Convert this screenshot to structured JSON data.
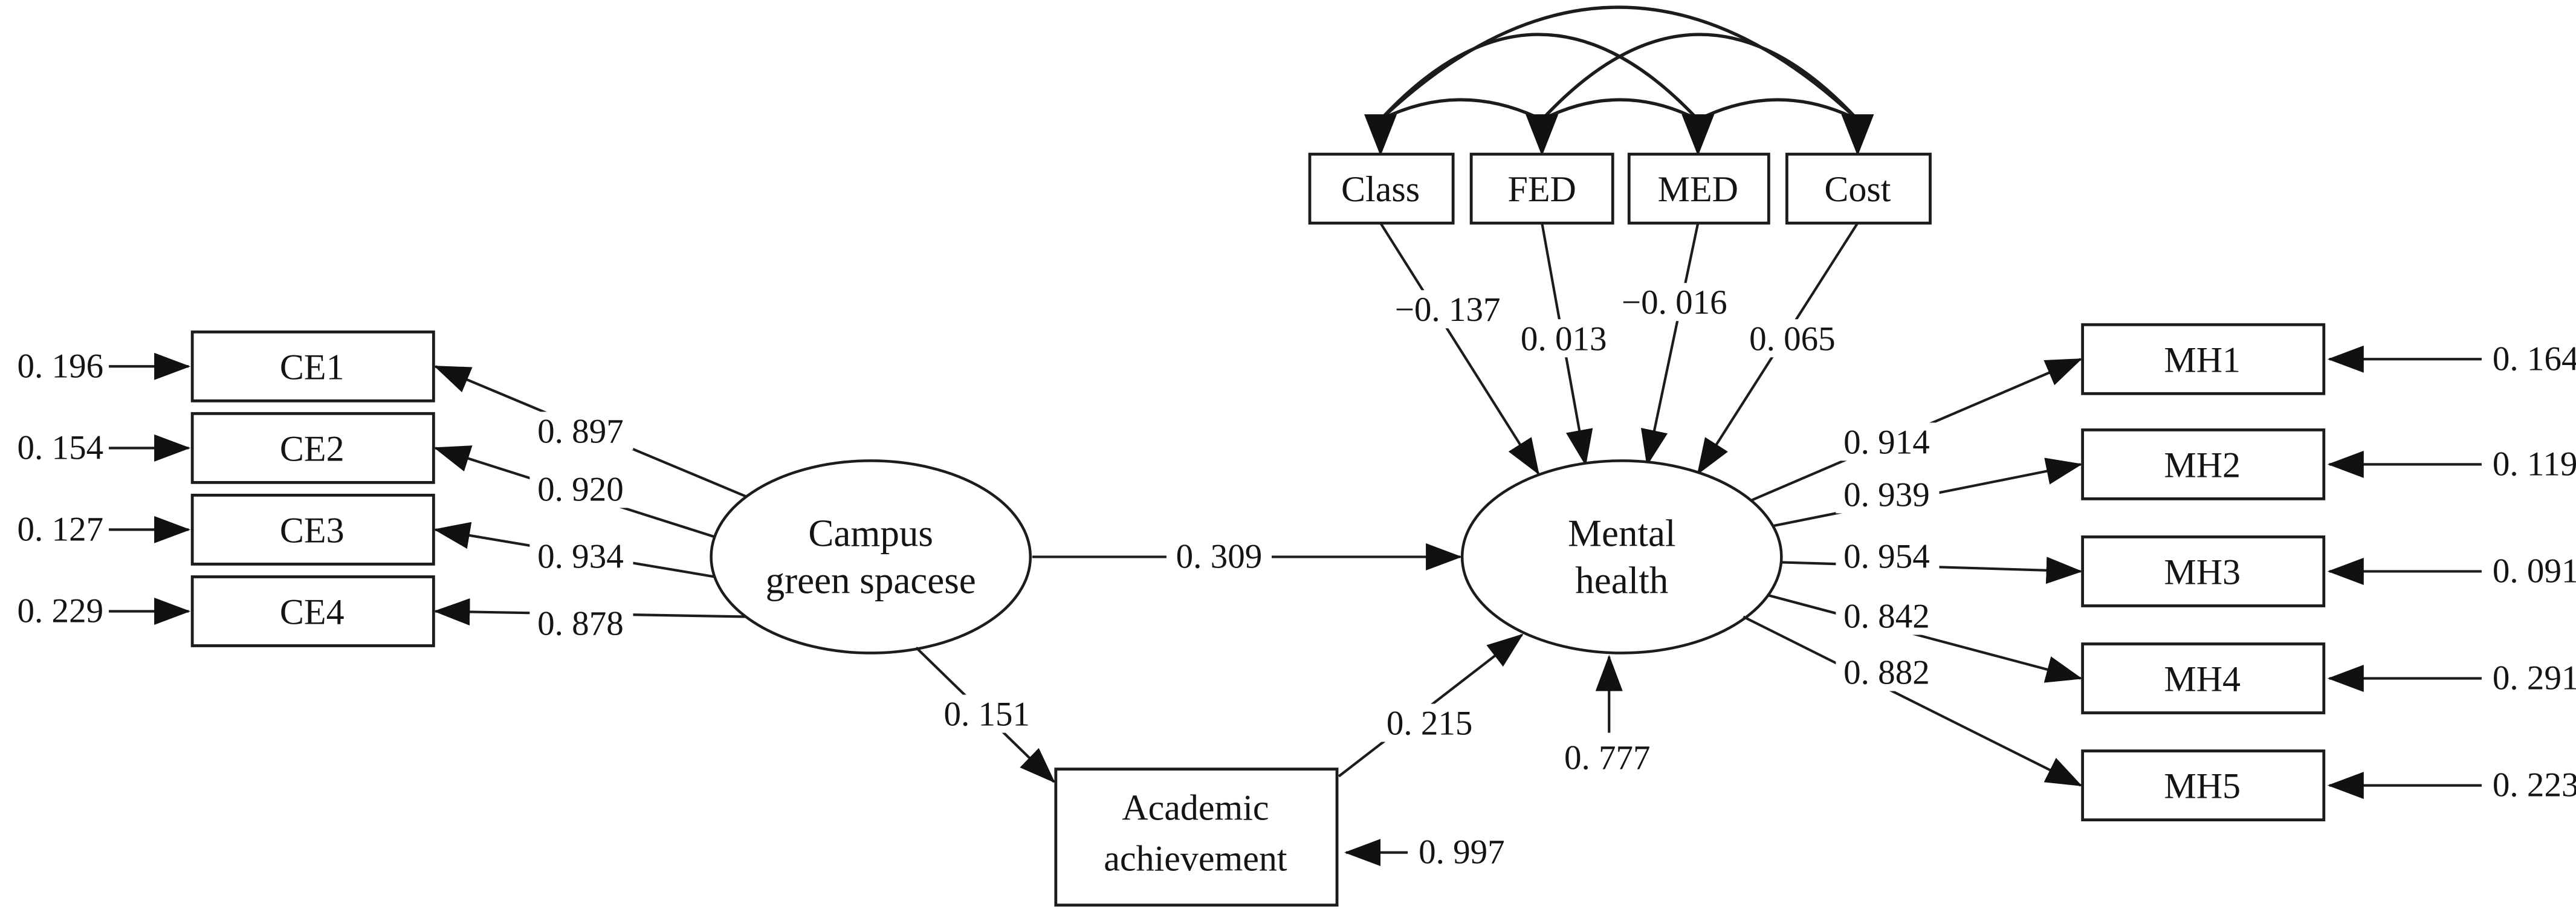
{
  "latent": {
    "campus": {
      "line1": "Campus",
      "line2": "green spacese"
    },
    "mental": {
      "line1": "Mental",
      "line2": "health"
    }
  },
  "academic": {
    "line1": "Academic",
    "line2": "achievement",
    "error": "0. 997"
  },
  "structural_paths": {
    "campus_to_mental": "0. 309",
    "campus_to_academic": "0. 151",
    "academic_to_mental": "0. 215",
    "mental_residual": "0. 777"
  },
  "ce_indicators": [
    {
      "name": "CE1",
      "loading": "0. 897",
      "error": "0. 196"
    },
    {
      "name": "CE2",
      "loading": "0. 920",
      "error": "0. 154"
    },
    {
      "name": "CE3",
      "loading": "0. 934",
      "error": "0. 127"
    },
    {
      "name": "CE4",
      "loading": "0. 878",
      "error": "0. 229"
    }
  ],
  "mh_indicators": [
    {
      "name": "MH1",
      "loading": "0. 914",
      "error": "0. 164"
    },
    {
      "name": "MH2",
      "loading": "0. 939",
      "error": "0. 119"
    },
    {
      "name": "MH3",
      "loading": "0. 954",
      "error": "0. 091"
    },
    {
      "name": "MH4",
      "loading": "0. 842",
      "error": "0. 291"
    },
    {
      "name": "MH5",
      "loading": "0. 882",
      "error": "0. 223"
    }
  ],
  "covariates": [
    {
      "name": "Class",
      "coef": "−0. 137"
    },
    {
      "name": "FED",
      "coef": "0. 013"
    },
    {
      "name": "MED",
      "coef": "−0. 016"
    },
    {
      "name": "Cost",
      "coef": "0. 065"
    }
  ],
  "colors": {
    "line": "#1c1c1c",
    "background": "#ffffff"
  }
}
